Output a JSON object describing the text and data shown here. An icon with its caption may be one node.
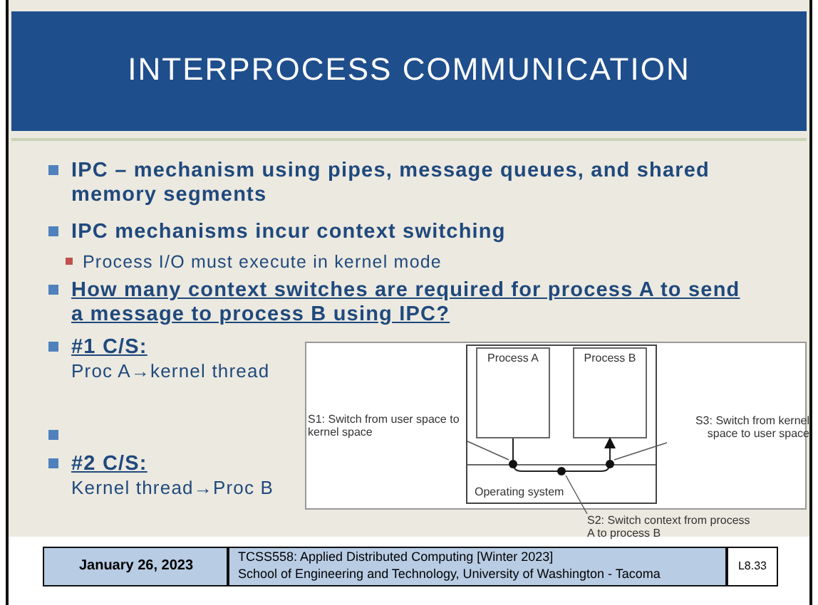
{
  "diagram": {
    "title": "INTERPROCESS COMMUNICATION",
    "nodes": [
      {
        "text": [
          "Process A"
        ]
      },
      {
        "text": [
          "Process B"
        ]
      },
      {
        "text": [
          "Operating system"
        ]
      },
      {
        "text": [
          "S1: Switch from user space to kernel space"
        ]
      },
      {
        "text": [
          "S2: Switch context from process A to process B"
        ]
      },
      {
        "text": [
          "S3: Switch from kernel space to user space"
        ]
      },
      {
        "text": [],
        "shape": "circle"
      },
      {
        "text": [],
        "shape": "circle"
      },
      {
        "text": [],
        "shape": "circle"
      }
    ],
    "edges": [
      {
        "from": 0,
        "to": 1,
        "arrow": "to"
      },
      {
        "from": 3,
        "to": 6,
        "arrow": "none"
      },
      {
        "from": 4,
        "to": 7,
        "arrow": "none"
      },
      {
        "from": 5,
        "to": 8,
        "arrow": "none"
      }
    ],
    "labels": [
      "IPC – mechanism using pipes, message queues, and shared memory segments",
      "IPC mechanisms incur context switching",
      "Process I/O must execute in kernel mode",
      "How many context switches are required for process A to send a message to process B using IPC?",
      "#1 C/S:",
      "Proc A→kernel thread",
      "#2 C/S:",
      "Kernel thread→Proc B",
      "January 26, 2023",
      "TCSS558: Applied Distributed Computing [Winter 2023]",
      "School of Engineering and Technology, University of Washington - Tacoma",
      "L8.33"
    ]
  }
}
